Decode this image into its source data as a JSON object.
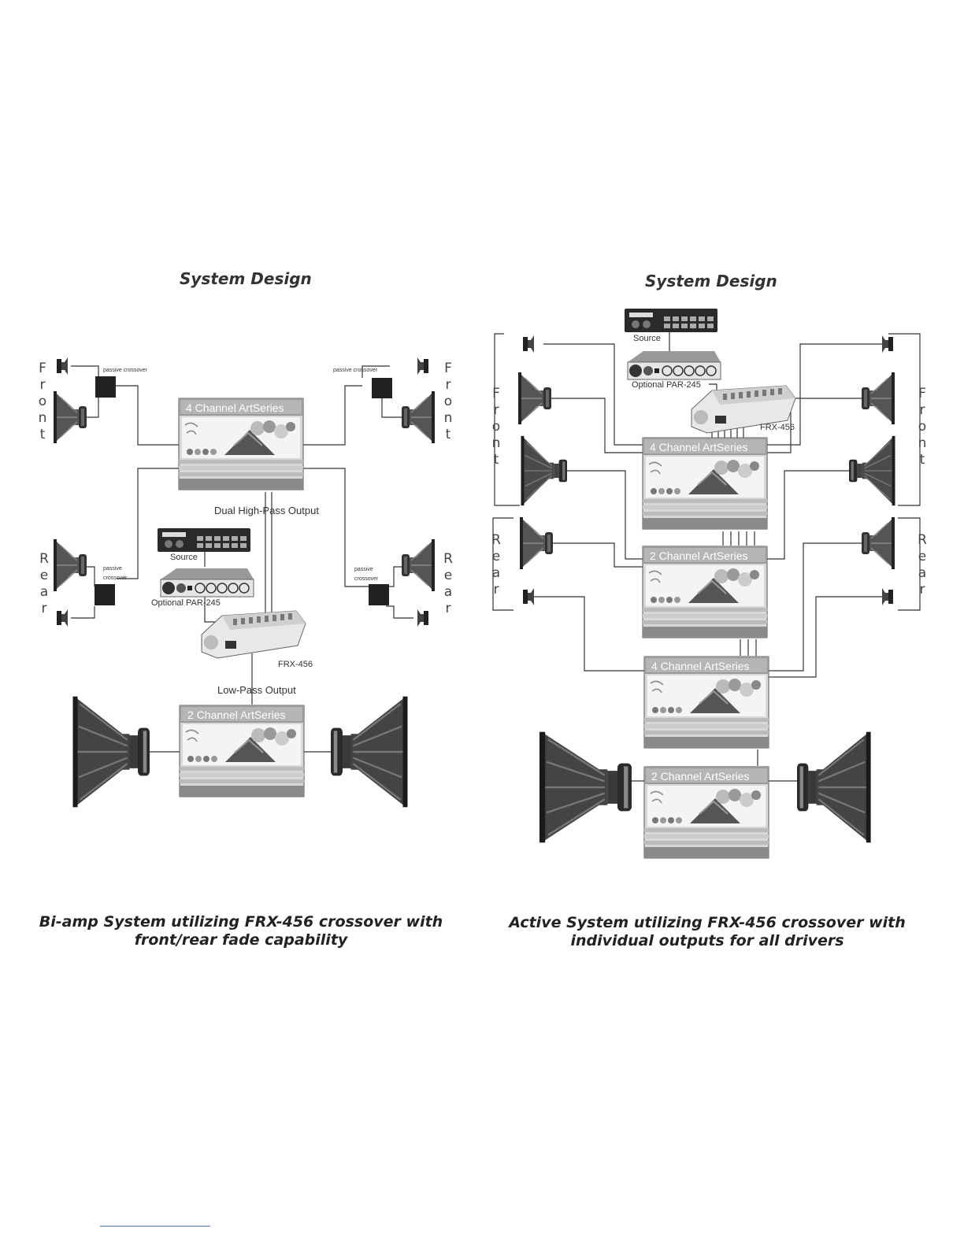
{
  "left": {
    "heading": "System Design",
    "caption_line1": "Bi-amp System utilizing FRX-456 crossover with",
    "caption_line2": "front/rear fade capability",
    "front_label": "Front",
    "rear_label": "Rear",
    "passive_crossover": "passive crossover",
    "passive": "passive",
    "crossover": "crossover",
    "amp_top": "4 Channel ArtSeries",
    "amp_bottom": "2 Channel ArtSeries",
    "dual_high_pass": "Dual High-Pass Output",
    "low_pass": "Low-Pass Output",
    "source": "Source",
    "optional_par": "Optional PAR-245",
    "frx": "FRX-456"
  },
  "right": {
    "heading": "System Design",
    "caption_line1": "Active System utilizing FRX-456 crossover with",
    "caption_line2": "individual outputs for all drivers",
    "front_label": "Front",
    "rear_label": "Rear",
    "source": "Source",
    "optional_par": "Optional PAR-245",
    "frx": "FRX-456",
    "amp1": "4 Channel ArtSeries",
    "amp2": "2 Channel ArtSeries",
    "amp3": "4 Channel ArtSeries",
    "amp4": "2 Channel ArtSeries"
  },
  "icons": {
    "tweeter": "tweeter-speaker-icon",
    "midrange": "midrange-speaker-icon",
    "subwoofer": "subwoofer-speaker-icon",
    "amplifier": "amplifier-icon",
    "head_unit": "head-unit-icon",
    "equalizer": "equalizer-icon",
    "crossover_unit": "electronic-crossover-icon"
  }
}
